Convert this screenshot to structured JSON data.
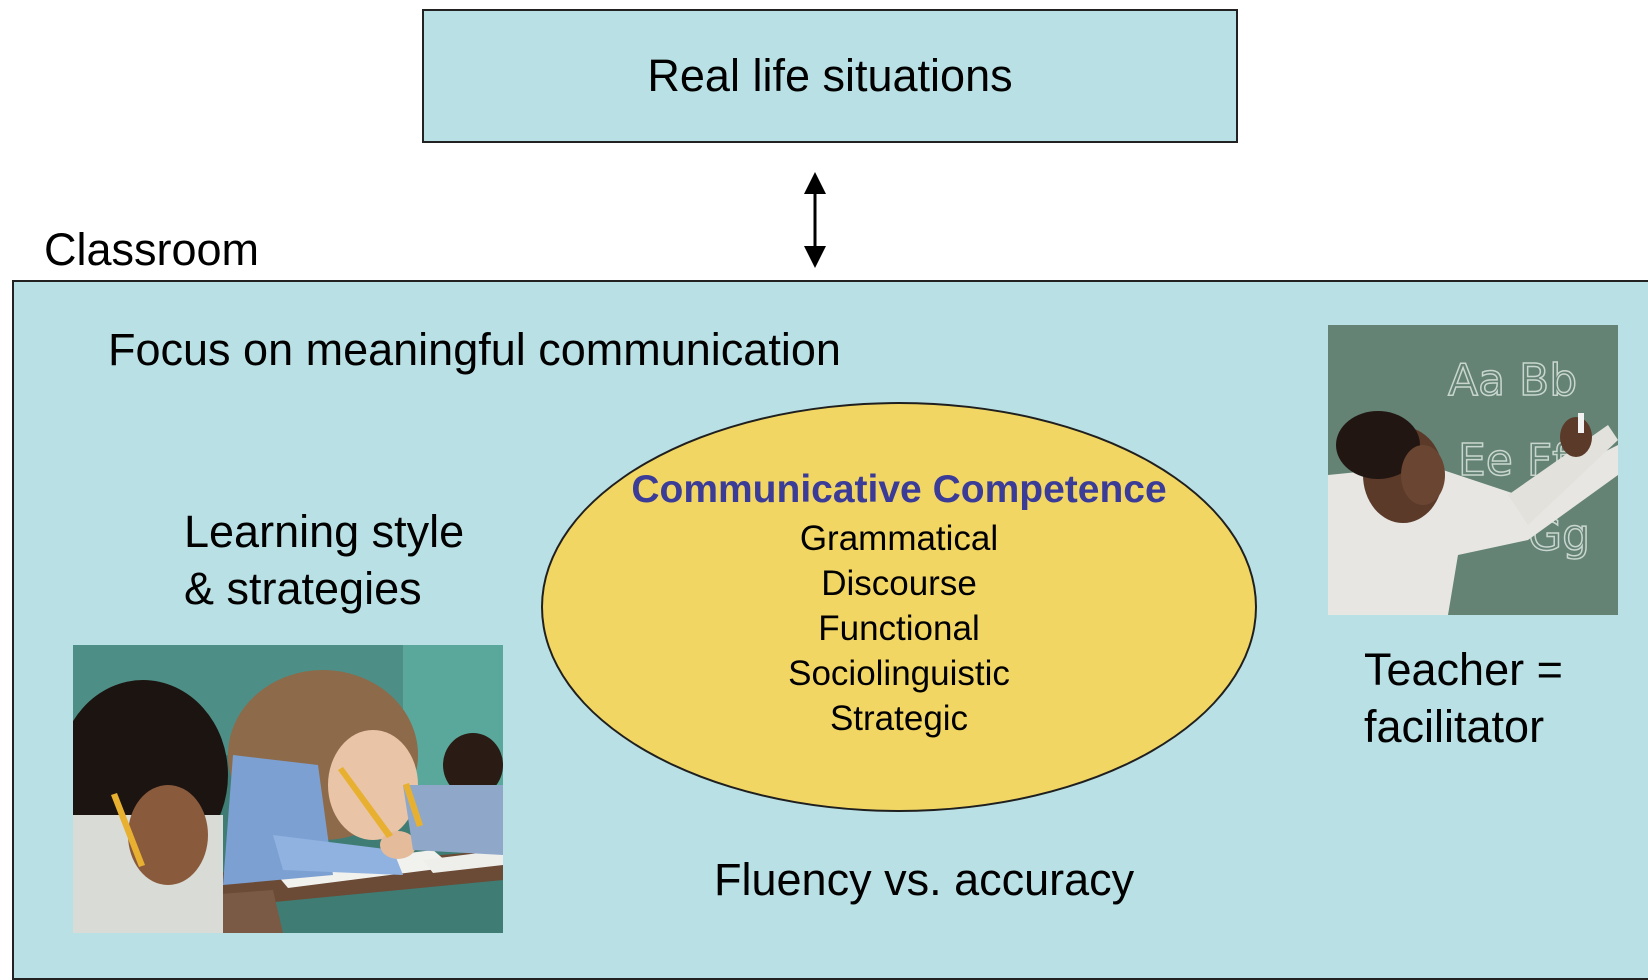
{
  "top_box": {
    "label": "Real life situations",
    "fill": "#b9e0e4"
  },
  "classroom": {
    "label": "Classroom",
    "fill": "#b9e0e4",
    "focus": "Focus on meaningful communication",
    "learning_lines": [
      "Learning style",
      "& strategies"
    ],
    "teacher_lines": [
      "Teacher =",
      "facilitator"
    ],
    "fluency": "Fluency vs. accuracy"
  },
  "competence": {
    "title": "Communicative Competence",
    "items": [
      "Grammatical",
      "Discourse",
      "Functional",
      "Sociolinguistic",
      "Strategic"
    ],
    "fill": "#f2d664",
    "title_color": "#3b3b98"
  },
  "icons": {
    "arrow": "double-headed-vertical-arrow",
    "students_photo": "students-writing-photo",
    "teacher_photo": "teacher-at-chalkboard-photo"
  }
}
